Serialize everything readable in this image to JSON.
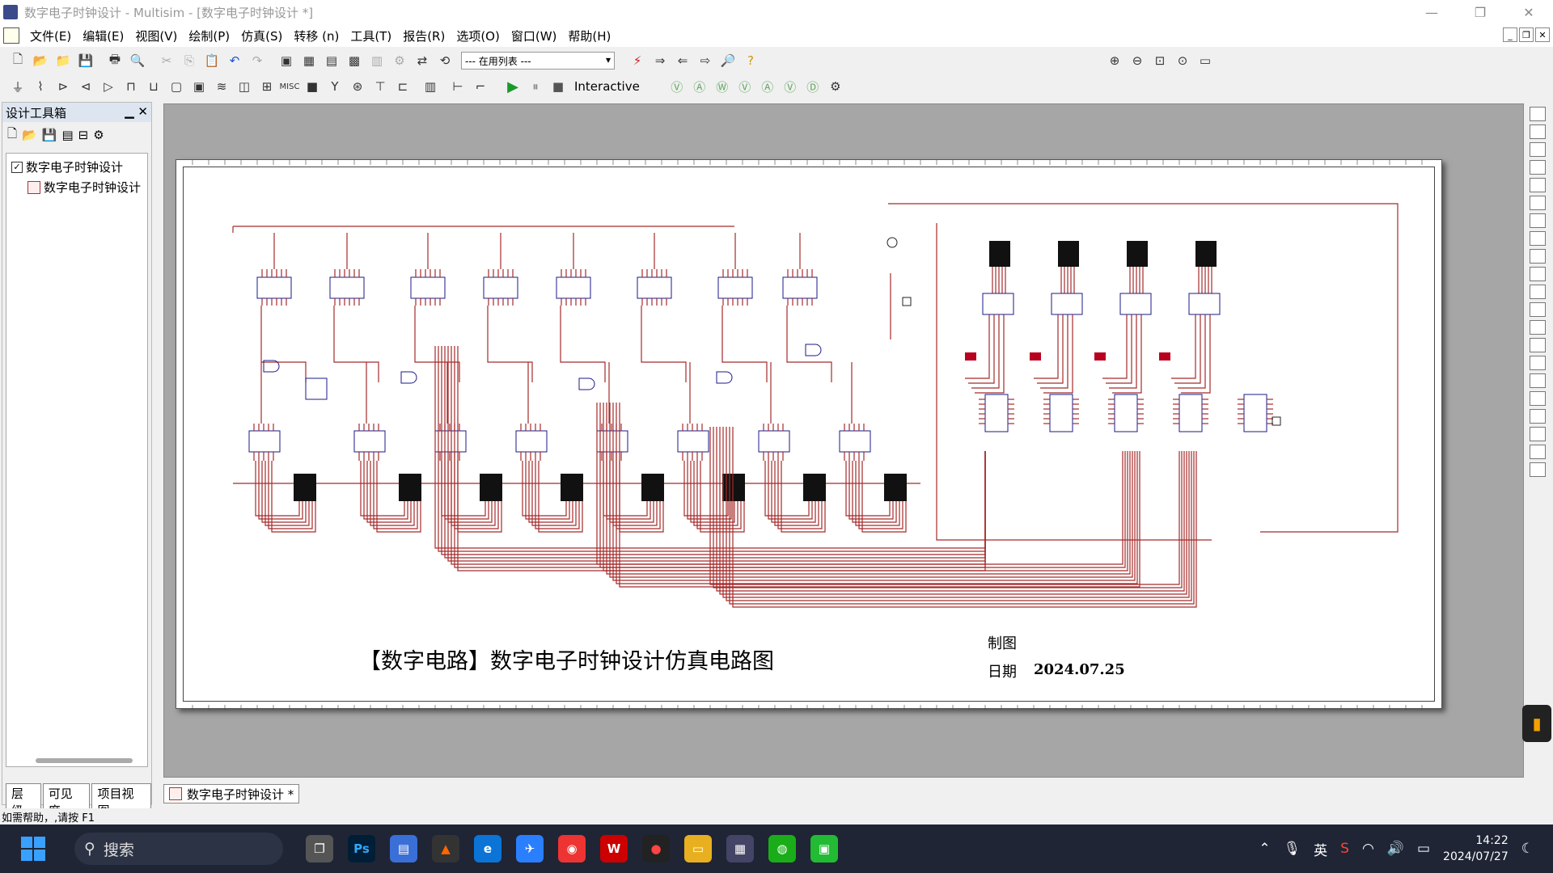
{
  "window": {
    "title": "数字电子时钟设计 - Multisim - [数字电子时钟设计 *]"
  },
  "menu": [
    "文件(E)",
    "编辑(E)",
    "视图(V)",
    "绘制(P)",
    "仿真(S)",
    "转移 (n)",
    "工具(T)",
    "报告(R)",
    "选项(O)",
    "窗口(W)",
    "帮助(H)"
  ],
  "toolbar": {
    "in_use_list": "--- 在用列表 ---",
    "interactive": "Interactive"
  },
  "toolbox": {
    "title": "设计工具箱",
    "root": "数字电子时钟设计",
    "child": "数字电子时钟设计",
    "tabs": [
      "层级",
      "可见度",
      "项目视图"
    ]
  },
  "schematic": {
    "title": "【数字电路】数字电子时钟设计仿真电路图",
    "maker_label": "制图",
    "date_label": "日期",
    "date": "2024.07.25"
  },
  "doc_tab": "数字电子时钟设计 *",
  "status": {
    "help": "如需帮助，,请按 F1"
  },
  "taskbar": {
    "search": "搜索",
    "ime": "英",
    "time": "14:22",
    "date": "2024/07/27"
  },
  "colors": {
    "wire": "#a52a2a",
    "chip": "#1a1a8a",
    "display": "#111111",
    "highlight": "#b8001f"
  }
}
